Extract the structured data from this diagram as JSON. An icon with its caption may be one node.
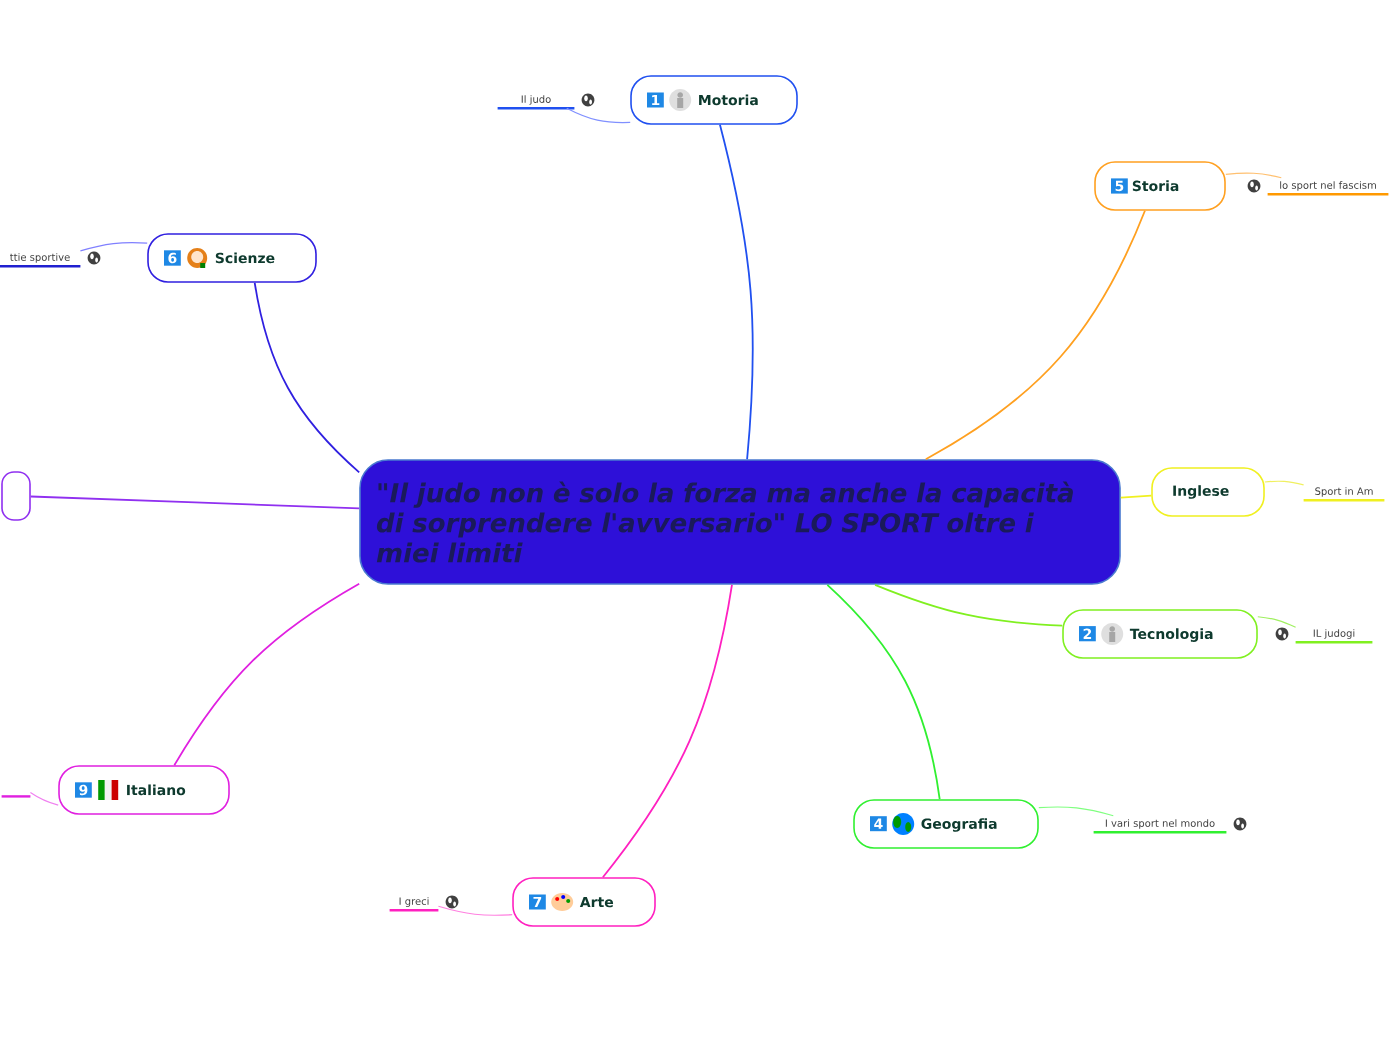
{
  "diagram": {
    "nodes": [
      {
        "text": [
          "\"Il judo non è solo la forza ma anche la capacità di sorprendere l'avversario\" LO SPORT oltre i miei limiti"
        ]
      },
      {
        "text": [
          "1",
          "Motoria"
        ]
      },
      {
        "text": [
          "Il judo"
        ]
      },
      {
        "text": [
          "5",
          "Storia"
        ]
      },
      {
        "text": [
          "lo sport nel fascism"
        ]
      },
      {
        "text": [
          "6",
          "Scienze"
        ]
      },
      {
        "text": [
          "ttie sportive"
        ]
      },
      {
        "text": [],
        "shape": "box"
      },
      {
        "text": [
          "Inglese"
        ]
      },
      {
        "text": [
          "Sport in Am"
        ]
      },
      {
        "text": [
          "2",
          "Tecnologia"
        ]
      },
      {
        "text": [
          "IL judogi"
        ]
      },
      {
        "text": [
          "4",
          "Geografia"
        ]
      },
      {
        "text": [
          "I vari sport nel mondo"
        ]
      },
      {
        "text": [
          "9",
          "Italiano"
        ]
      },
      {
        "text": [],
        "shape": "bar"
      },
      {
        "text": [
          "7",
          "Arte"
        ]
      },
      {
        "text": [
          "I greci"
        ]
      }
    ],
    "edges": [
      {
        "from": 0,
        "to": 1,
        "arrow": "none",
        "color": "#2050f0"
      },
      {
        "from": 1,
        "to": 2,
        "arrow": "none",
        "color": "#8090ff"
      },
      {
        "from": 0,
        "to": 3,
        "arrow": "none",
        "color": "#ffa020"
      },
      {
        "from": 3,
        "to": 4,
        "arrow": "none",
        "color": "#ffc070"
      },
      {
        "from": 0,
        "to": 5,
        "arrow": "none",
        "color": "#3020e0"
      },
      {
        "from": 5,
        "to": 6,
        "arrow": "none",
        "color": "#8080ff"
      },
      {
        "from": 0,
        "to": 7,
        "arrow": "none",
        "color": "#9030f0"
      },
      {
        "from": 0,
        "to": 8,
        "arrow": "none",
        "color": "#f0f020"
      },
      {
        "from": 8,
        "to": 9,
        "arrow": "none",
        "color": "#f0f060"
      },
      {
        "from": 0,
        "to": 10,
        "arrow": "none",
        "color": "#80f020"
      },
      {
        "from": 10,
        "to": 11,
        "arrow": "none",
        "color": "#a0f060"
      },
      {
        "from": 0,
        "to": 12,
        "arrow": "none",
        "color": "#30f030"
      },
      {
        "from": 12,
        "to": 13,
        "arrow": "none",
        "color": "#80ff80"
      },
      {
        "from": 0,
        "to": 14,
        "arrow": "none",
        "color": "#e020e0"
      },
      {
        "from": 14,
        "to": 15,
        "arrow": "none",
        "color": "#f080f0"
      },
      {
        "from": 0,
        "to": 16,
        "arrow": "none",
        "color": "#ff20c0"
      },
      {
        "from": 16,
        "to": 17,
        "arrow": "none",
        "color": "#ff80e0"
      }
    ]
  }
}
